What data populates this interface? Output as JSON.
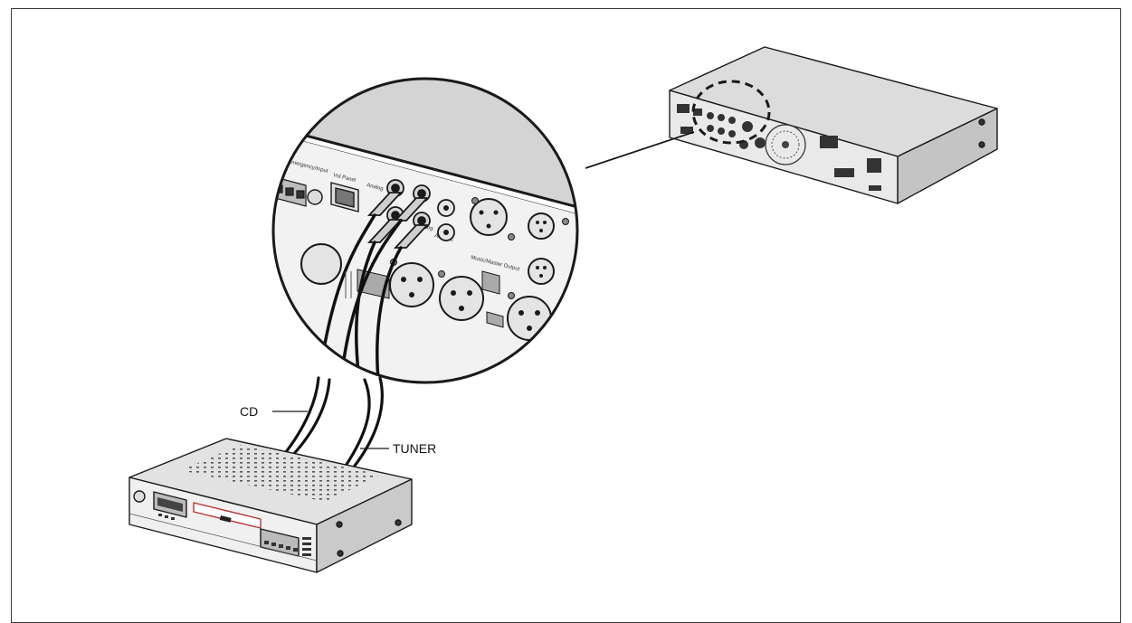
{
  "labels": {
    "cd": "CD",
    "tuner": "TUNER"
  },
  "panel_markings": {
    "group_a": "Emergency/Input",
    "group_b": "Vol Panel",
    "group_c": "Analog",
    "group_d": "Music/Master Output",
    "jack_left": "Analog",
    "jack_right": "Aux/Mic"
  },
  "colors": {
    "line": "#1a1a1a",
    "panel_fill": "#d9d9d9",
    "panel_dark": "#bdbdbd",
    "cable": "#111111"
  }
}
